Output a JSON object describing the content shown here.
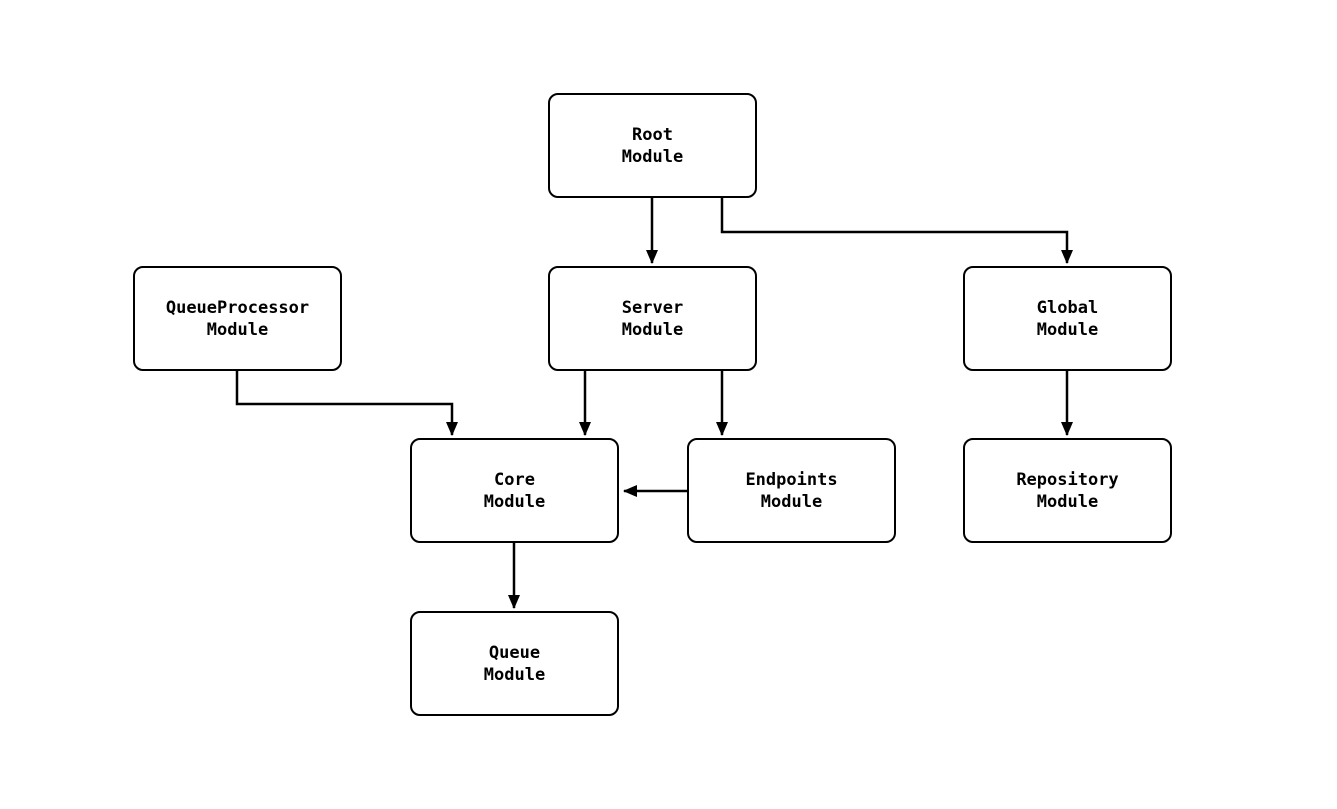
{
  "diagram": {
    "type": "module-dependency-graph",
    "colors": {
      "background": "#ffffff",
      "node_fill": "#ffffff",
      "node_border": "#000000",
      "edge_stroke": "#000000",
      "text": "#000000"
    },
    "nodes": {
      "root": {
        "label": "Root\nModule"
      },
      "server": {
        "label": "Server\nModule"
      },
      "global": {
        "label": "Global\nModule"
      },
      "queueprocessor": {
        "label": "QueueProcessor\nModule"
      },
      "core": {
        "label": "Core\nModule"
      },
      "endpoints": {
        "label": "Endpoints\nModule"
      },
      "repository": {
        "label": "Repository\nModule"
      },
      "queue": {
        "label": "Queue\nModule"
      }
    },
    "edges": [
      {
        "from": "root",
        "to": "server"
      },
      {
        "from": "root",
        "to": "global"
      },
      {
        "from": "queueprocessor",
        "to": "core"
      },
      {
        "from": "server",
        "to": "core"
      },
      {
        "from": "server",
        "to": "endpoints"
      },
      {
        "from": "endpoints",
        "to": "core"
      },
      {
        "from": "global",
        "to": "repository"
      },
      {
        "from": "core",
        "to": "queue"
      }
    ]
  }
}
